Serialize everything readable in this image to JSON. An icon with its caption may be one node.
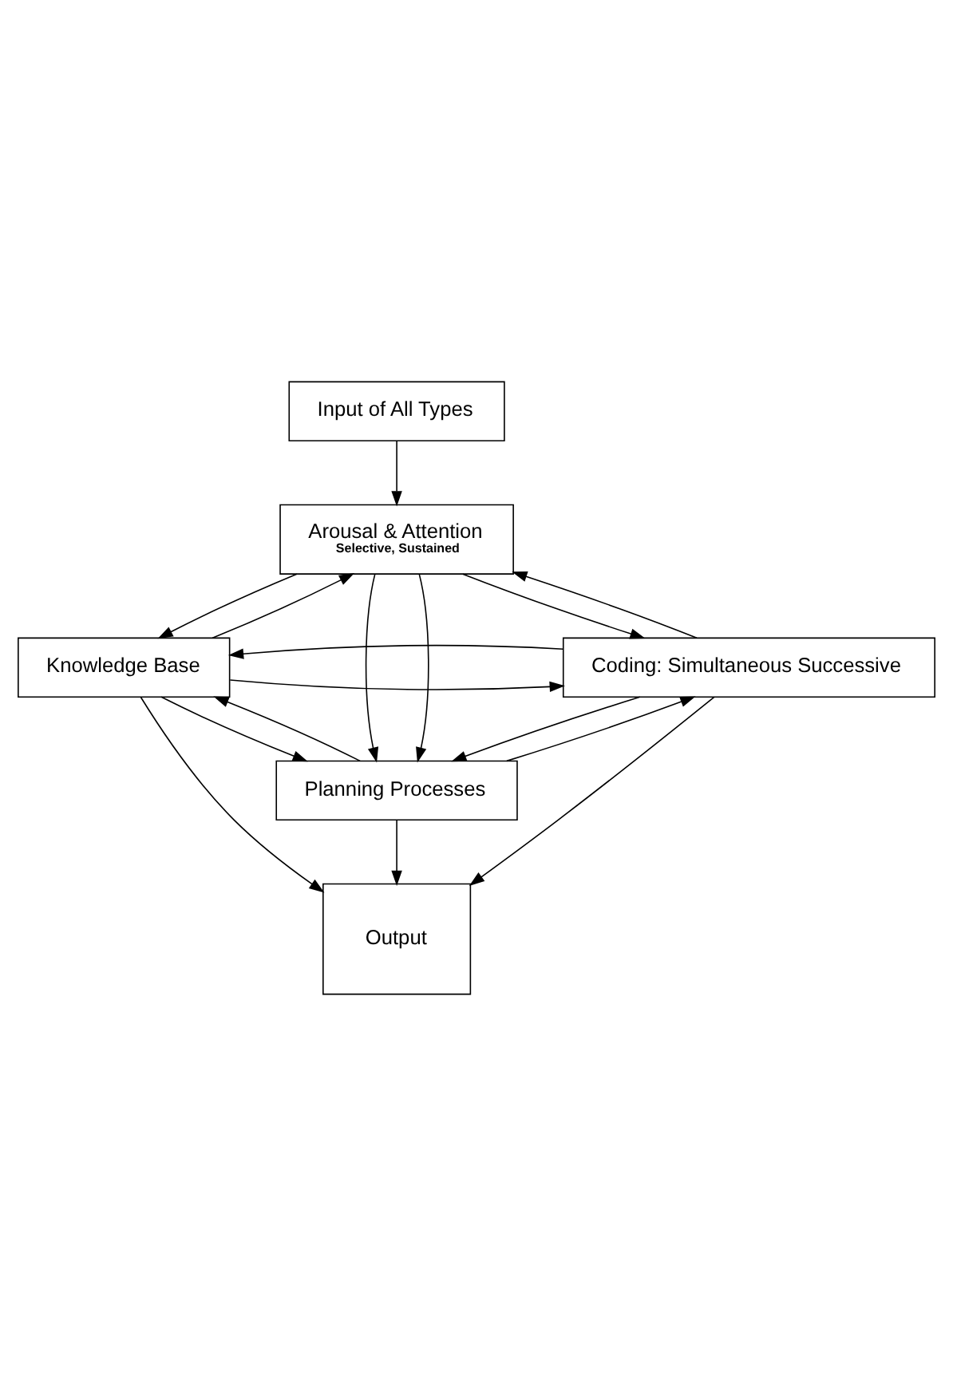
{
  "diagram": {
    "nodes": [
      {
        "text": [
          "Input of All Types"
        ]
      },
      {
        "text": [
          "Arousal & Attention",
          "Selective, Sustained"
        ]
      },
      {
        "text": [
          "Knowledge Base"
        ]
      },
      {
        "text": [
          "Coding: Simultaneous Successive"
        ]
      },
      {
        "text": [
          "Planning Processes"
        ]
      },
      {
        "text": [
          "Output"
        ]
      }
    ],
    "edges": [
      {
        "from": 0,
        "to": 1,
        "arrow": "to"
      },
      {
        "from": 2,
        "to": 1,
        "arrow": "to"
      },
      {
        "from": 1,
        "to": 2,
        "arrow": "to"
      },
      {
        "from": 1,
        "to": 3,
        "arrow": "to"
      },
      {
        "from": 3,
        "to": 1,
        "arrow": "to"
      },
      {
        "from": 2,
        "to": 3,
        "arrow": "to"
      },
      {
        "from": 3,
        "to": 2,
        "arrow": "to"
      },
      {
        "from": 4,
        "to": 2,
        "arrow": "to"
      },
      {
        "from": 4,
        "to": 3,
        "arrow": "to"
      },
      {
        "from": 2,
        "to": 4,
        "arrow": "to"
      },
      {
        "from": 3,
        "to": 4,
        "arrow": "to"
      },
      {
        "from": 1,
        "to": 4,
        "arrow": "to"
      },
      {
        "from": 1,
        "to": 4,
        "arrow": "to"
      },
      {
        "from": 2,
        "to": 5,
        "arrow": "to"
      },
      {
        "from": 3,
        "to": 5,
        "arrow": "to"
      },
      {
        "from": 4,
        "to": 5,
        "arrow": "to"
      }
    ]
  }
}
